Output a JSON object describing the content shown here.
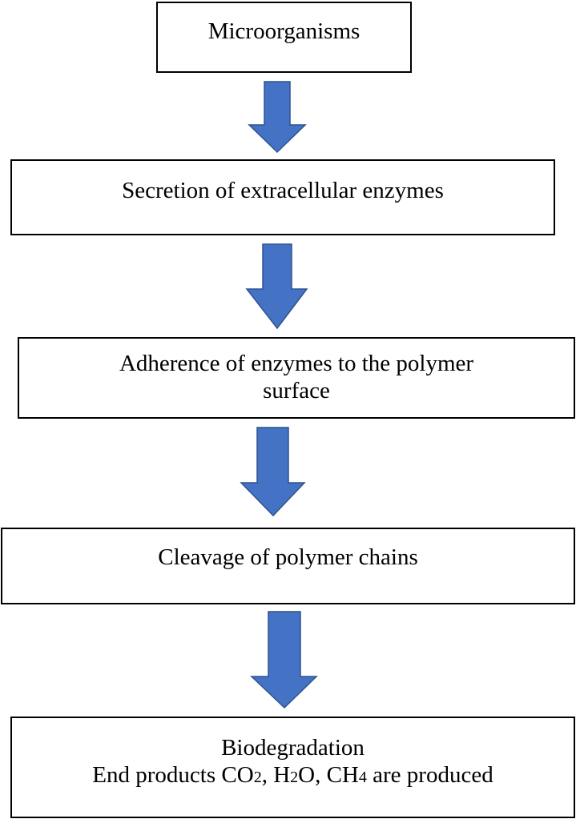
{
  "diagram": {
    "title": "",
    "type": "vertical flowchart",
    "arrow_color": "#4472C4",
    "arrow_border_color": "#2F528F",
    "steps": [
      {
        "lines": [
          "Microorganisms"
        ]
      },
      {
        "lines": [
          "Secretion of extracellular enzymes"
        ]
      },
      {
        "lines": [
          "Adherence of enzymes to the polymer",
          "surface"
        ]
      },
      {
        "lines": [
          "Cleavage of polymer chains"
        ]
      },
      {
        "lines": [
          "Biodegradation"
        ],
        "products_prefix": "End products ",
        "products": [
          {
            "base": "CO",
            "sub": "2",
            "sep": ", "
          },
          {
            "base": "H",
            "sub": "2",
            "tail": "O",
            "sep": ", "
          },
          {
            "base": "CH",
            "sub": "4",
            "sep": ""
          }
        ],
        "products_suffix": " are produced"
      }
    ],
    "connections": [
      {
        "from": 0,
        "to": 1
      },
      {
        "from": 1,
        "to": 2
      },
      {
        "from": 2,
        "to": 3
      },
      {
        "from": 3,
        "to": 4
      }
    ]
  }
}
